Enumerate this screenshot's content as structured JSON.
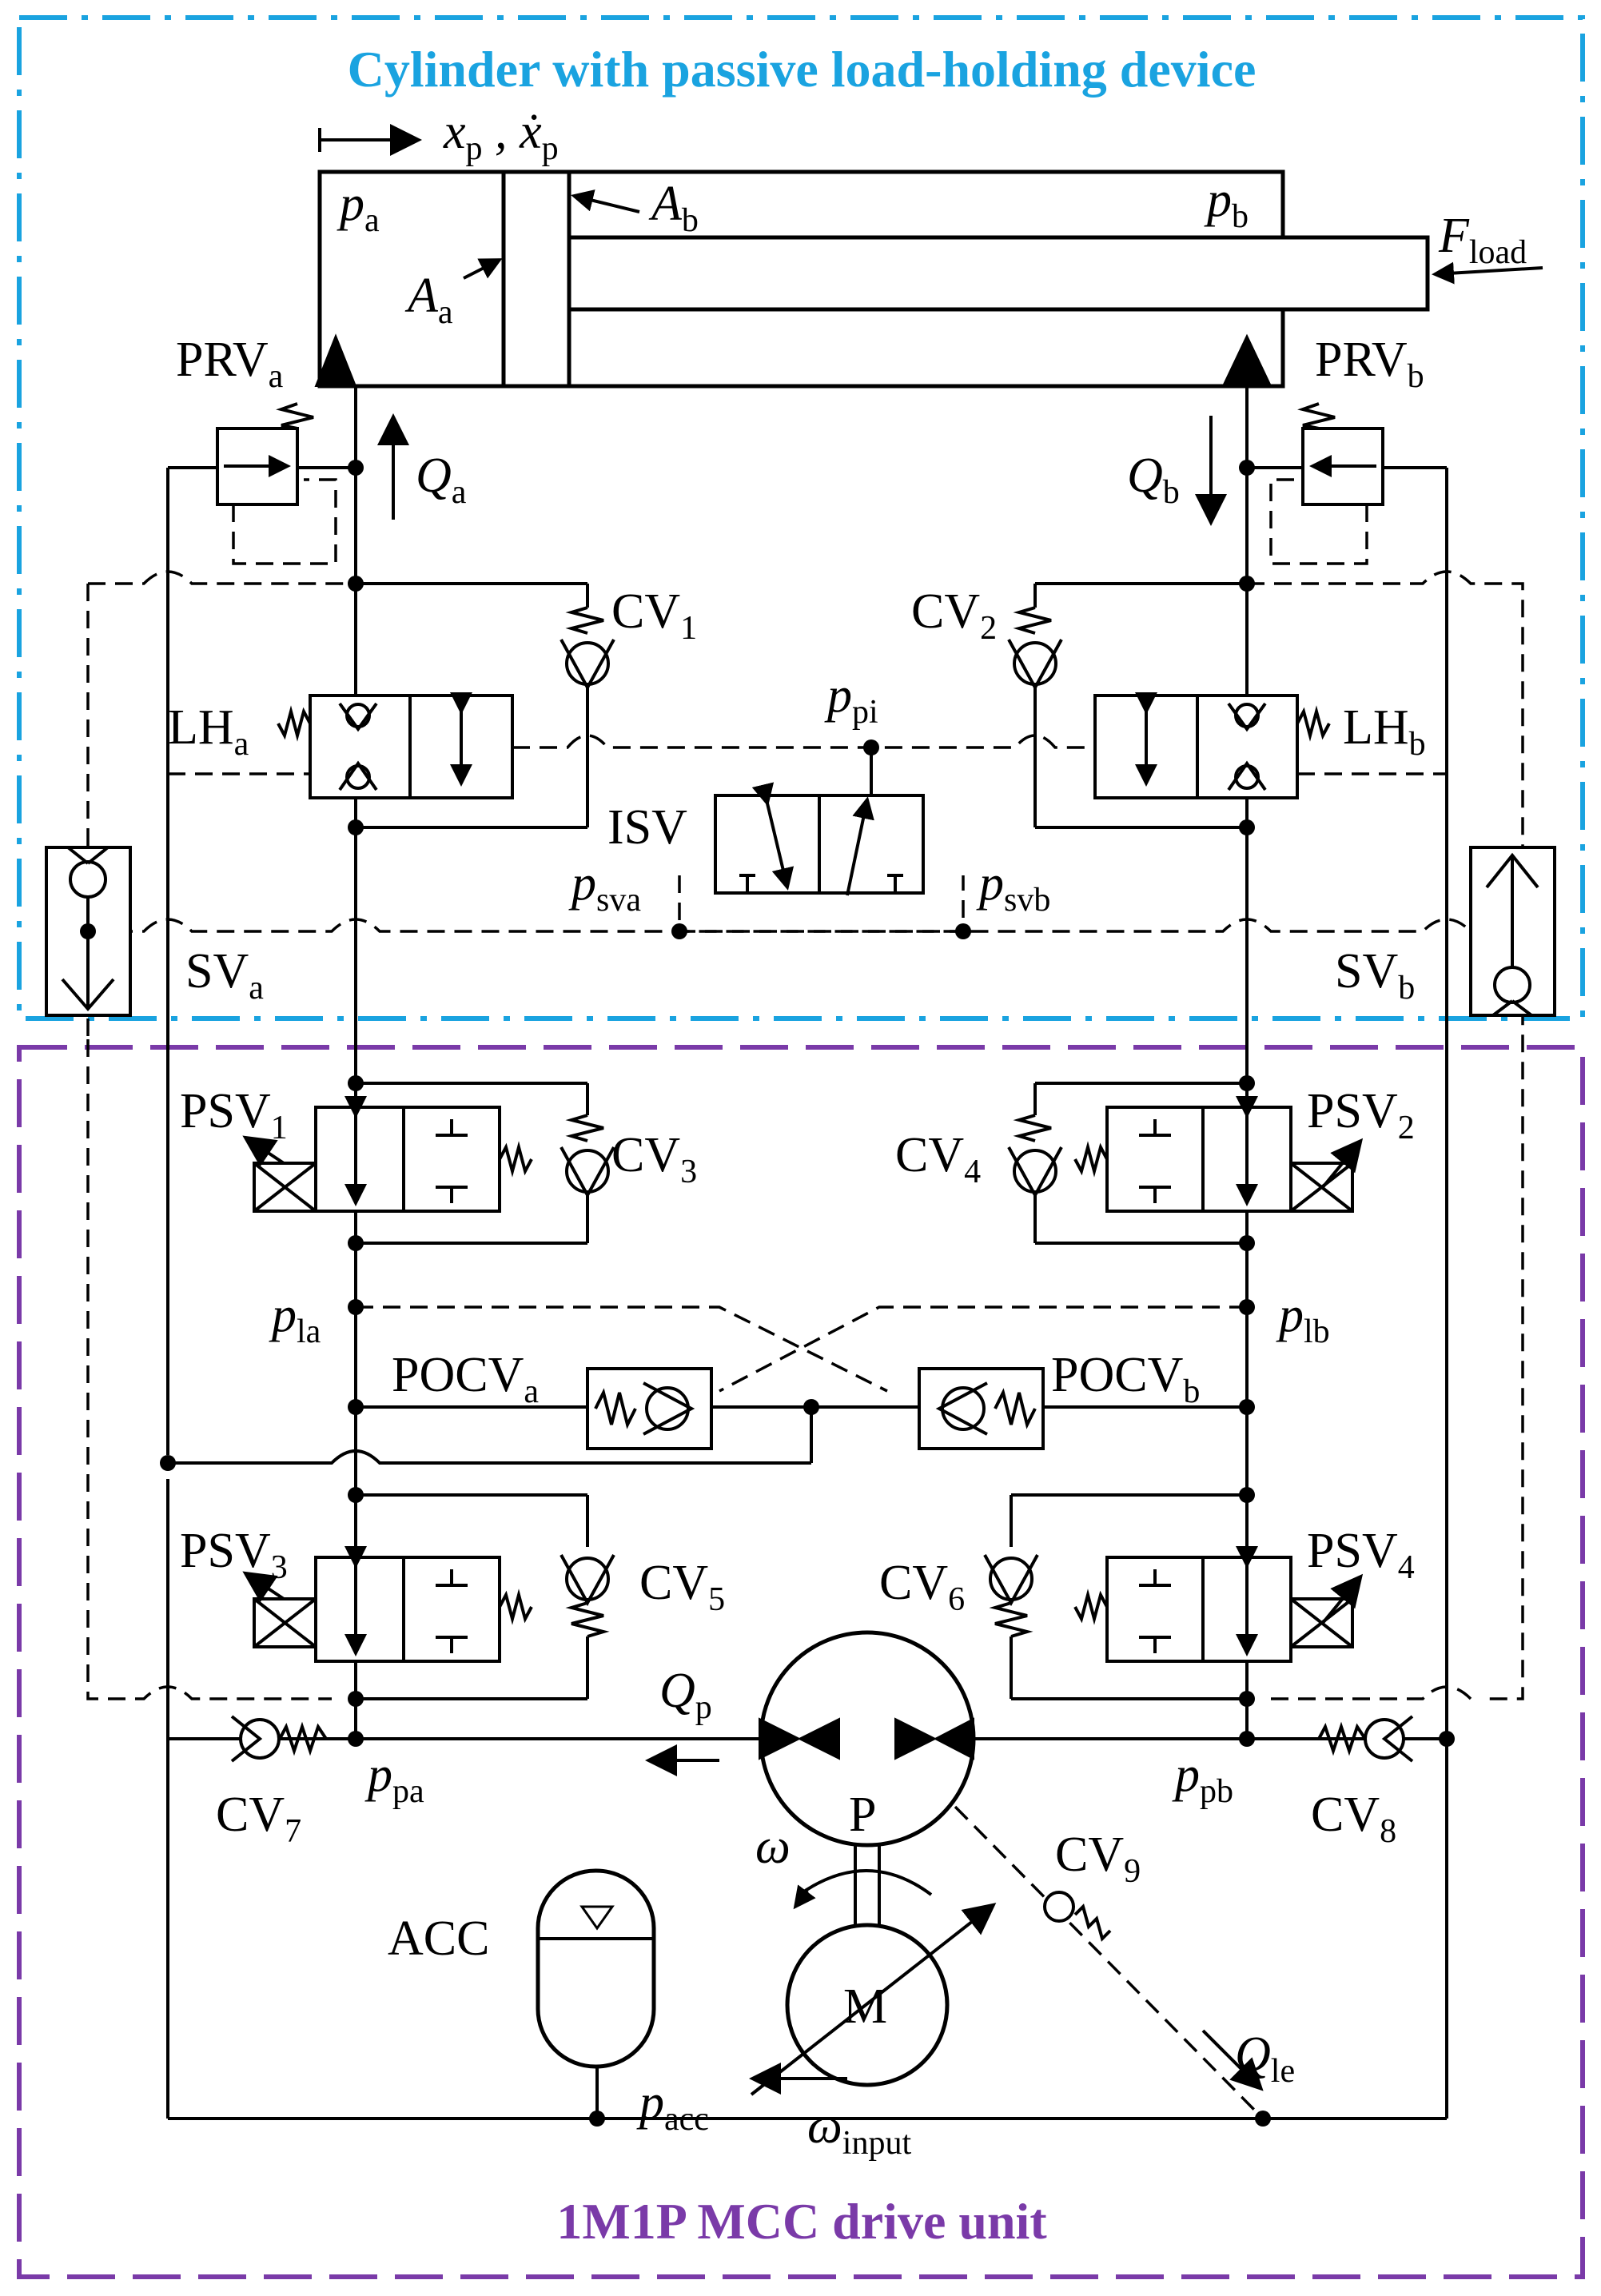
{
  "colors": {
    "cyl_border": "#1aa3e0",
    "drive_border": "#7a3aa8",
    "ink": "#000000"
  },
  "titles": {
    "cylinder": "Cylinder with passive load-holding device",
    "drive": "1M1P MCC drive unit"
  },
  "cylinder": {
    "xp": "x",
    "xp_sub": "p",
    "xpdot": "ẋ",
    "xpdot_sub": "p",
    "sep": ",",
    "pa": "p",
    "pa_sub": "a",
    "pb": "p",
    "pb_sub": "b",
    "Aa": "A",
    "Aa_sub": "a",
    "Ab": "A",
    "Ab_sub": "b",
    "F": "F",
    "F_sub": "load"
  },
  "flows": {
    "Qa": "Q",
    "Qa_sub": "a",
    "Qb": "Q",
    "Qb_sub": "b",
    "Qp": "Q",
    "Qp_sub": "p",
    "Qle": "Q",
    "Qle_sub": "le"
  },
  "valves": {
    "PRVa": "PRV",
    "PRVa_sub": "a",
    "PRVb": "PRV",
    "PRVb_sub": "b",
    "CV1": "CV",
    "CV1_sub": "1",
    "CV2": "CV",
    "CV2_sub": "2",
    "CV3": "CV",
    "CV3_sub": "3",
    "CV4": "CV",
    "CV4_sub": "4",
    "CV5": "CV",
    "CV5_sub": "5",
    "CV6": "CV",
    "CV6_sub": "6",
    "CV7": "CV",
    "CV7_sub": "7",
    "CV8": "CV",
    "CV8_sub": "8",
    "CV9": "CV",
    "CV9_sub": "9",
    "LHa": "LH",
    "LHa_sub": "a",
    "LHb": "LH",
    "LHb_sub": "b",
    "ISV": "ISV",
    "SVa": "SV",
    "SVa_sub": "a",
    "SVb": "SV",
    "SVb_sub": "b",
    "PSV1": "PSV",
    "PSV1_sub": "1",
    "PSV2": "PSV",
    "PSV2_sub": "2",
    "PSV3": "PSV",
    "PSV3_sub": "3",
    "PSV4": "PSV",
    "PSV4_sub": "4",
    "POCVa": "POCV",
    "POCVa_sub": "a",
    "POCVb": "POCV",
    "POCVb_sub": "b",
    "ACC": "ACC"
  },
  "pressures": {
    "ppi": "p",
    "ppi_sub": "pi",
    "psva": "p",
    "psva_sub": "sva",
    "psvb": "p",
    "psvb_sub": "svb",
    "pla": "p",
    "pla_sub": "la",
    "plb": "p",
    "plb_sub": "lb",
    "ppa": "p",
    "ppa_sub": "pa",
    "ppb": "p",
    "ppb_sub": "pb",
    "pacc": "p",
    "pacc_sub": "acc"
  },
  "pump": {
    "P": "P",
    "M": "M",
    "omega": "ω",
    "omega_in": "ω",
    "omega_in_sub": "input"
  }
}
